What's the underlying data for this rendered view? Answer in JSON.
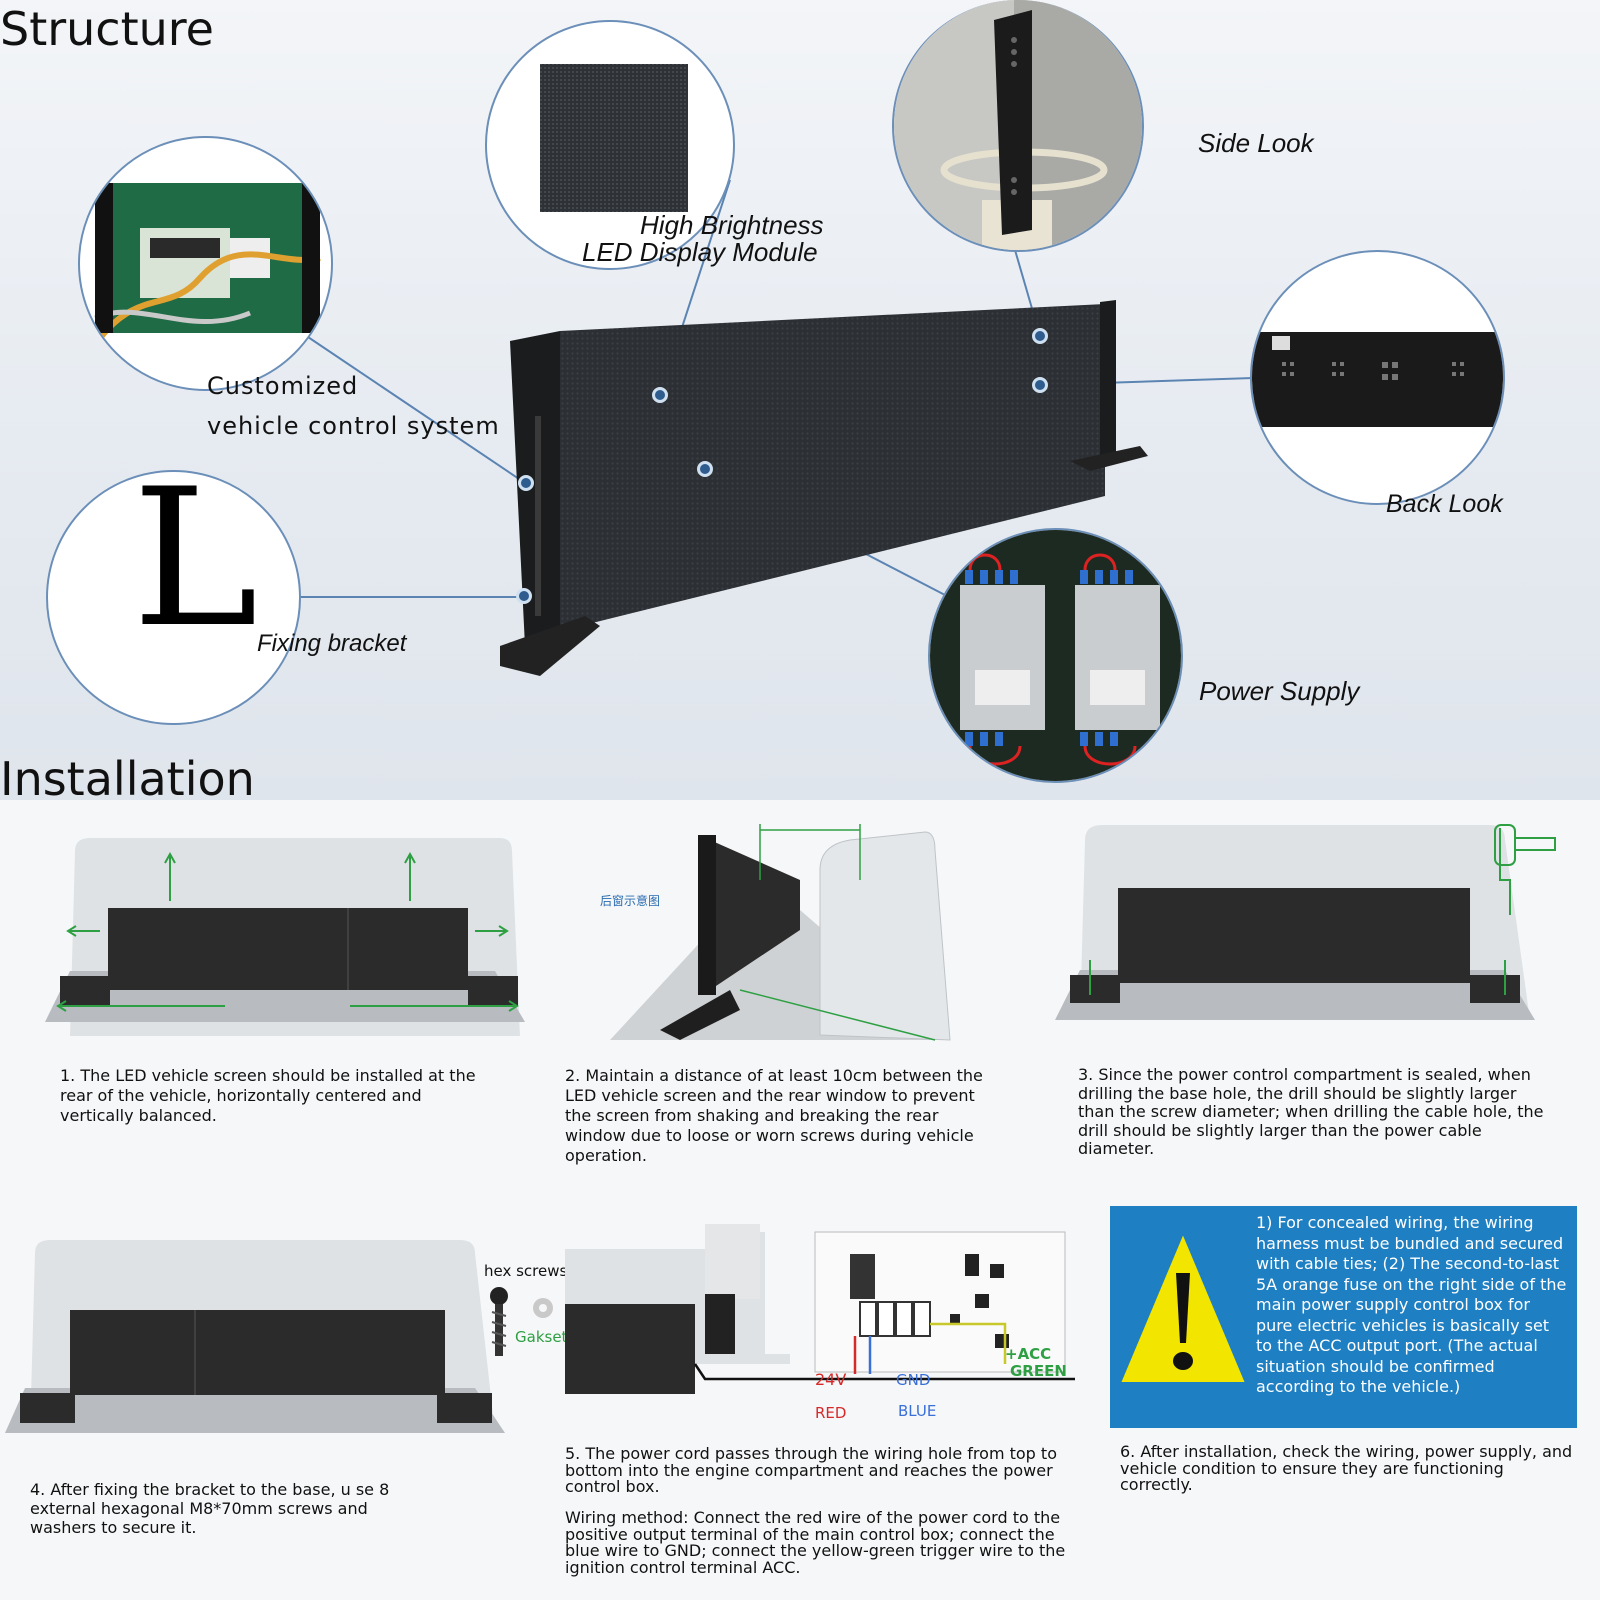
{
  "sections": {
    "structure_title": "Structure",
    "installation_title": "Installation"
  },
  "callouts": {
    "control_line1": "Customized",
    "control_line2": "vehicle  control  system",
    "module_line1": "High  Brightness",
    "module_line2": "LED  Display  Module",
    "side_look": "Side   Look",
    "back_look": "Back Look",
    "power_supply": "Power Supply",
    "fixing_bracket": "Fixing bracket",
    "bracket_letter": "L"
  },
  "steps": {
    "step1": "1. The LED vehicle screen should be installed at the rear of the vehicle, horizontally centered and vertically balanced.",
    "step2": "2. Maintain a distance of at least 10cm between the LED vehicle screen and the rear window to prevent the screen from shaking and breaking the rear window due to loose or worn screws during vehicle operation.",
    "step2_diagram_label": "后窗示意图",
    "step3": "3. Since the power control compartment is sealed, when drilling the base hole, the drill should be slightly larger than the screw diameter; when drilling the cable hole, the drill should be slightly larger than the power cable diameter.",
    "step4": "4. After fixing the bracket to the base, u se 8 external hexagonal M8*70mm screws and washers to secure it.",
    "step4_hex_label": "hex screws",
    "step4_gasket_label": "Gakset",
    "step5_para1": "5. The power cord passes through the wiring hole from top to bottom into the engine compartment and reaches the power control box.",
    "step5_para2": "Wiring method: Connect the red wire of the power cord to the positive output terminal of the main control box; connect the blue wire to GND; connect the yellow-green trigger wire to the ignition control terminal ACC.",
    "step6": "6. After installation, check the wiring, power supply, and vehicle condition to ensure they are functioning correctly."
  },
  "wiring": {
    "v24": "24V",
    "gnd": "GND",
    "acc": "+ACC",
    "green": "GREEN",
    "red": "RED",
    "blue": "BLUE"
  },
  "warning": {
    "text": "1) For concealed wiring, the wiring harness must be bundled and secured with cable ties; (2) The second-to-last 5A orange fuse on the right side of the main power supply control box for pure electric vehicles is basically set to the ACC output port. (The actual situation should be confirmed according to the vehicle.)",
    "icon": "warning-triangle-icon"
  },
  "colors": {
    "warning_bg": "#1e7fc2",
    "accent_blue": "#2e5c8f",
    "green": "#2ea043",
    "red_wire": "#d62a2a",
    "blue_wire": "#3a6fd8"
  }
}
